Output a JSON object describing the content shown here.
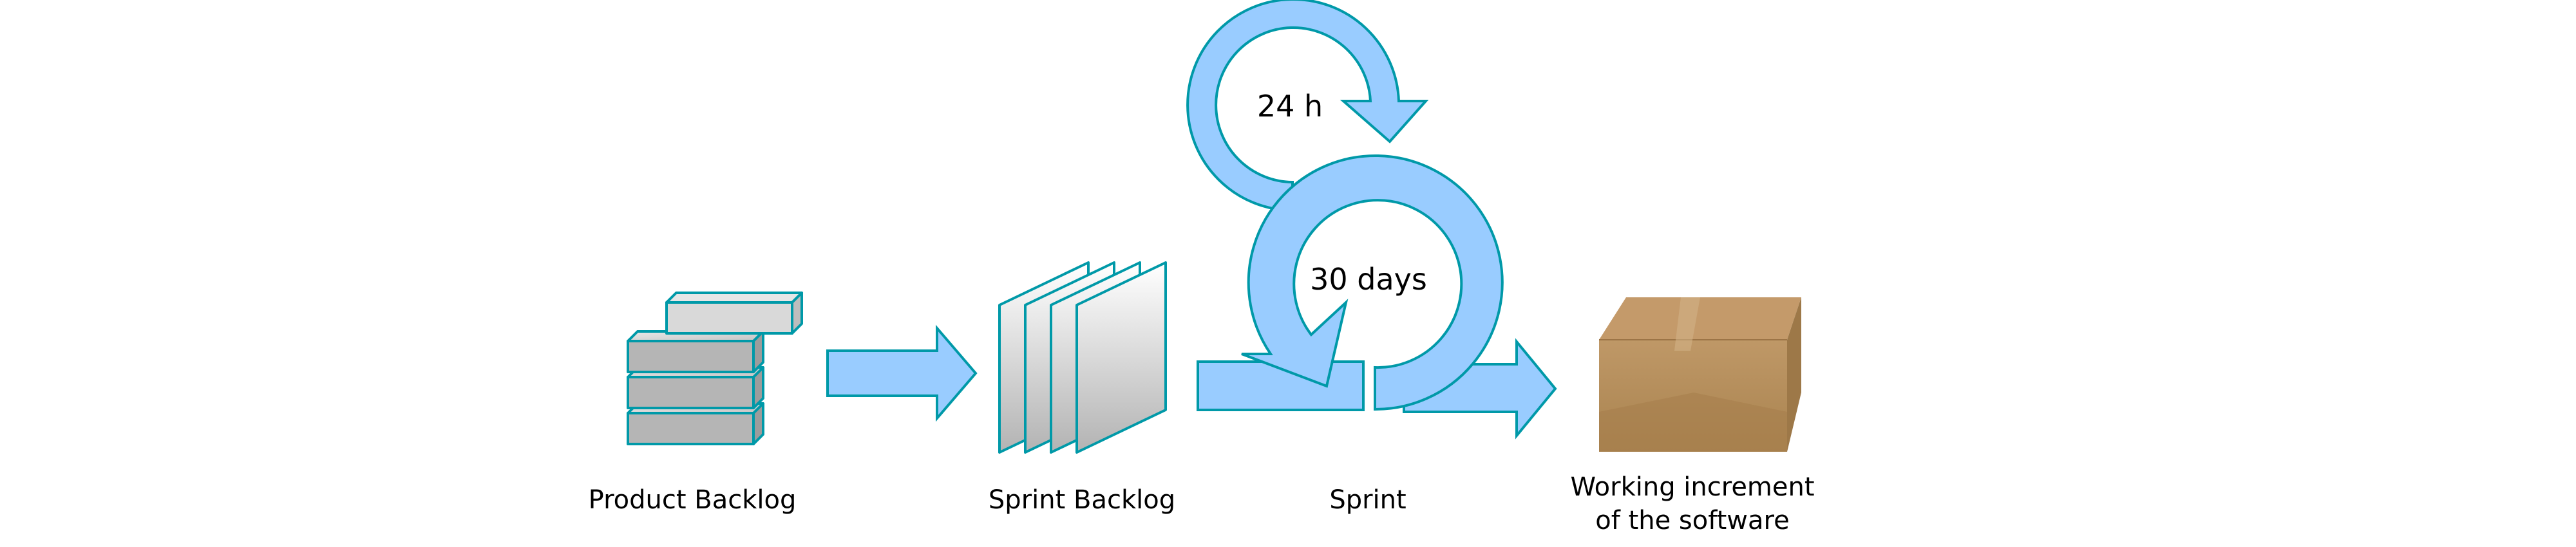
{
  "labels": {
    "product_backlog": "Product Backlog",
    "sprint_backlog": "Sprint Backlog",
    "sprint": "Sprint",
    "increment_line1": "Working increment",
    "increment_line2": "of the software",
    "daily_cycle": "24 h",
    "sprint_cycle": "30 days"
  },
  "colors": {
    "arrow_fill": "#99ccff",
    "arrow_stroke": "#0099a8",
    "box_fill": "#b5b5b5",
    "box_top": "#d2d2d2",
    "package": "#b38b5d"
  }
}
